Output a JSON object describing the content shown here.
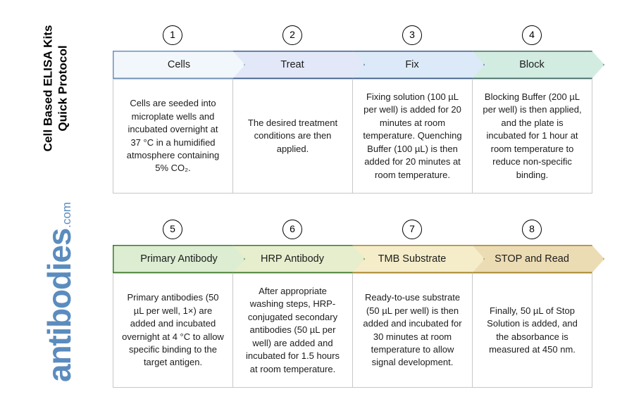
{
  "document": {
    "title": "Cell Based ELISA Kits\nQuick Protocol",
    "brand_word": "antibodies",
    "brand_tld": ".com",
    "brand_color": "#5b8cbe"
  },
  "rows": [
    {
      "name": "row-1",
      "steps": [
        {
          "number": "1",
          "label": "Cells",
          "description": "Cells are seeded into microplate wells and incubated overnight at 37 °C in a humidified atmosphere containing 5% CO₂.",
          "fill": "#f2f7fb",
          "stroke": "#6c90b8"
        },
        {
          "number": "2",
          "label": "Treat",
          "description": "The desired treatment conditions are then applied.",
          "fill": "#e2e8f8",
          "stroke": "#3d5d8c"
        },
        {
          "number": "3",
          "label": "Fix",
          "description": "Fixing solution (100 µL per well) is added for 20 minutes at room temperature. Quenching Buffer (100 µL) is then added for 20 minutes at room temperature.",
          "fill": "#dce9f8",
          "stroke": "#3d5d8c"
        },
        {
          "number": "4",
          "label": "Block",
          "description": "Blocking Buffer (200 µL per well) is then applied, and the plate is incubated for 1 hour at room temperature to reduce non-specific binding.",
          "fill": "#d2ece2",
          "stroke": "#3f6b63"
        }
      ]
    },
    {
      "name": "row-2",
      "steps": [
        {
          "number": "5",
          "label": "Primary Antibody",
          "description": "Primary antibodies (50 µL per well, 1×) are added and incubated overnight at 4 °C to allow specific binding to the target antigen.",
          "fill": "#dcedd2",
          "stroke": "#3d7a29"
        },
        {
          "number": "6",
          "label": "HRP Antibody",
          "description": "After appropriate washing steps, HRP-conjugated secondary antibodies (50 µL per well) are added and incubated for 1.5 hours at room temperature.",
          "fill": "#e6eecd",
          "stroke": "#3d7a29"
        },
        {
          "number": "7",
          "label": "TMB Substrate",
          "description": "Ready-to-use substrate (50 µL per well) is then added and incubated for 30 minutes at room temperature to allow signal development.",
          "fill": "#f5edc9",
          "stroke": "#a88324"
        },
        {
          "number": "8",
          "label": "STOP and Read",
          "description": "Finally, 50 µL of Stop Solution is added, and the absorbance is measured at 450 nm.",
          "fill": "#ecdcb4",
          "stroke": "#a88324"
        }
      ]
    }
  ]
}
